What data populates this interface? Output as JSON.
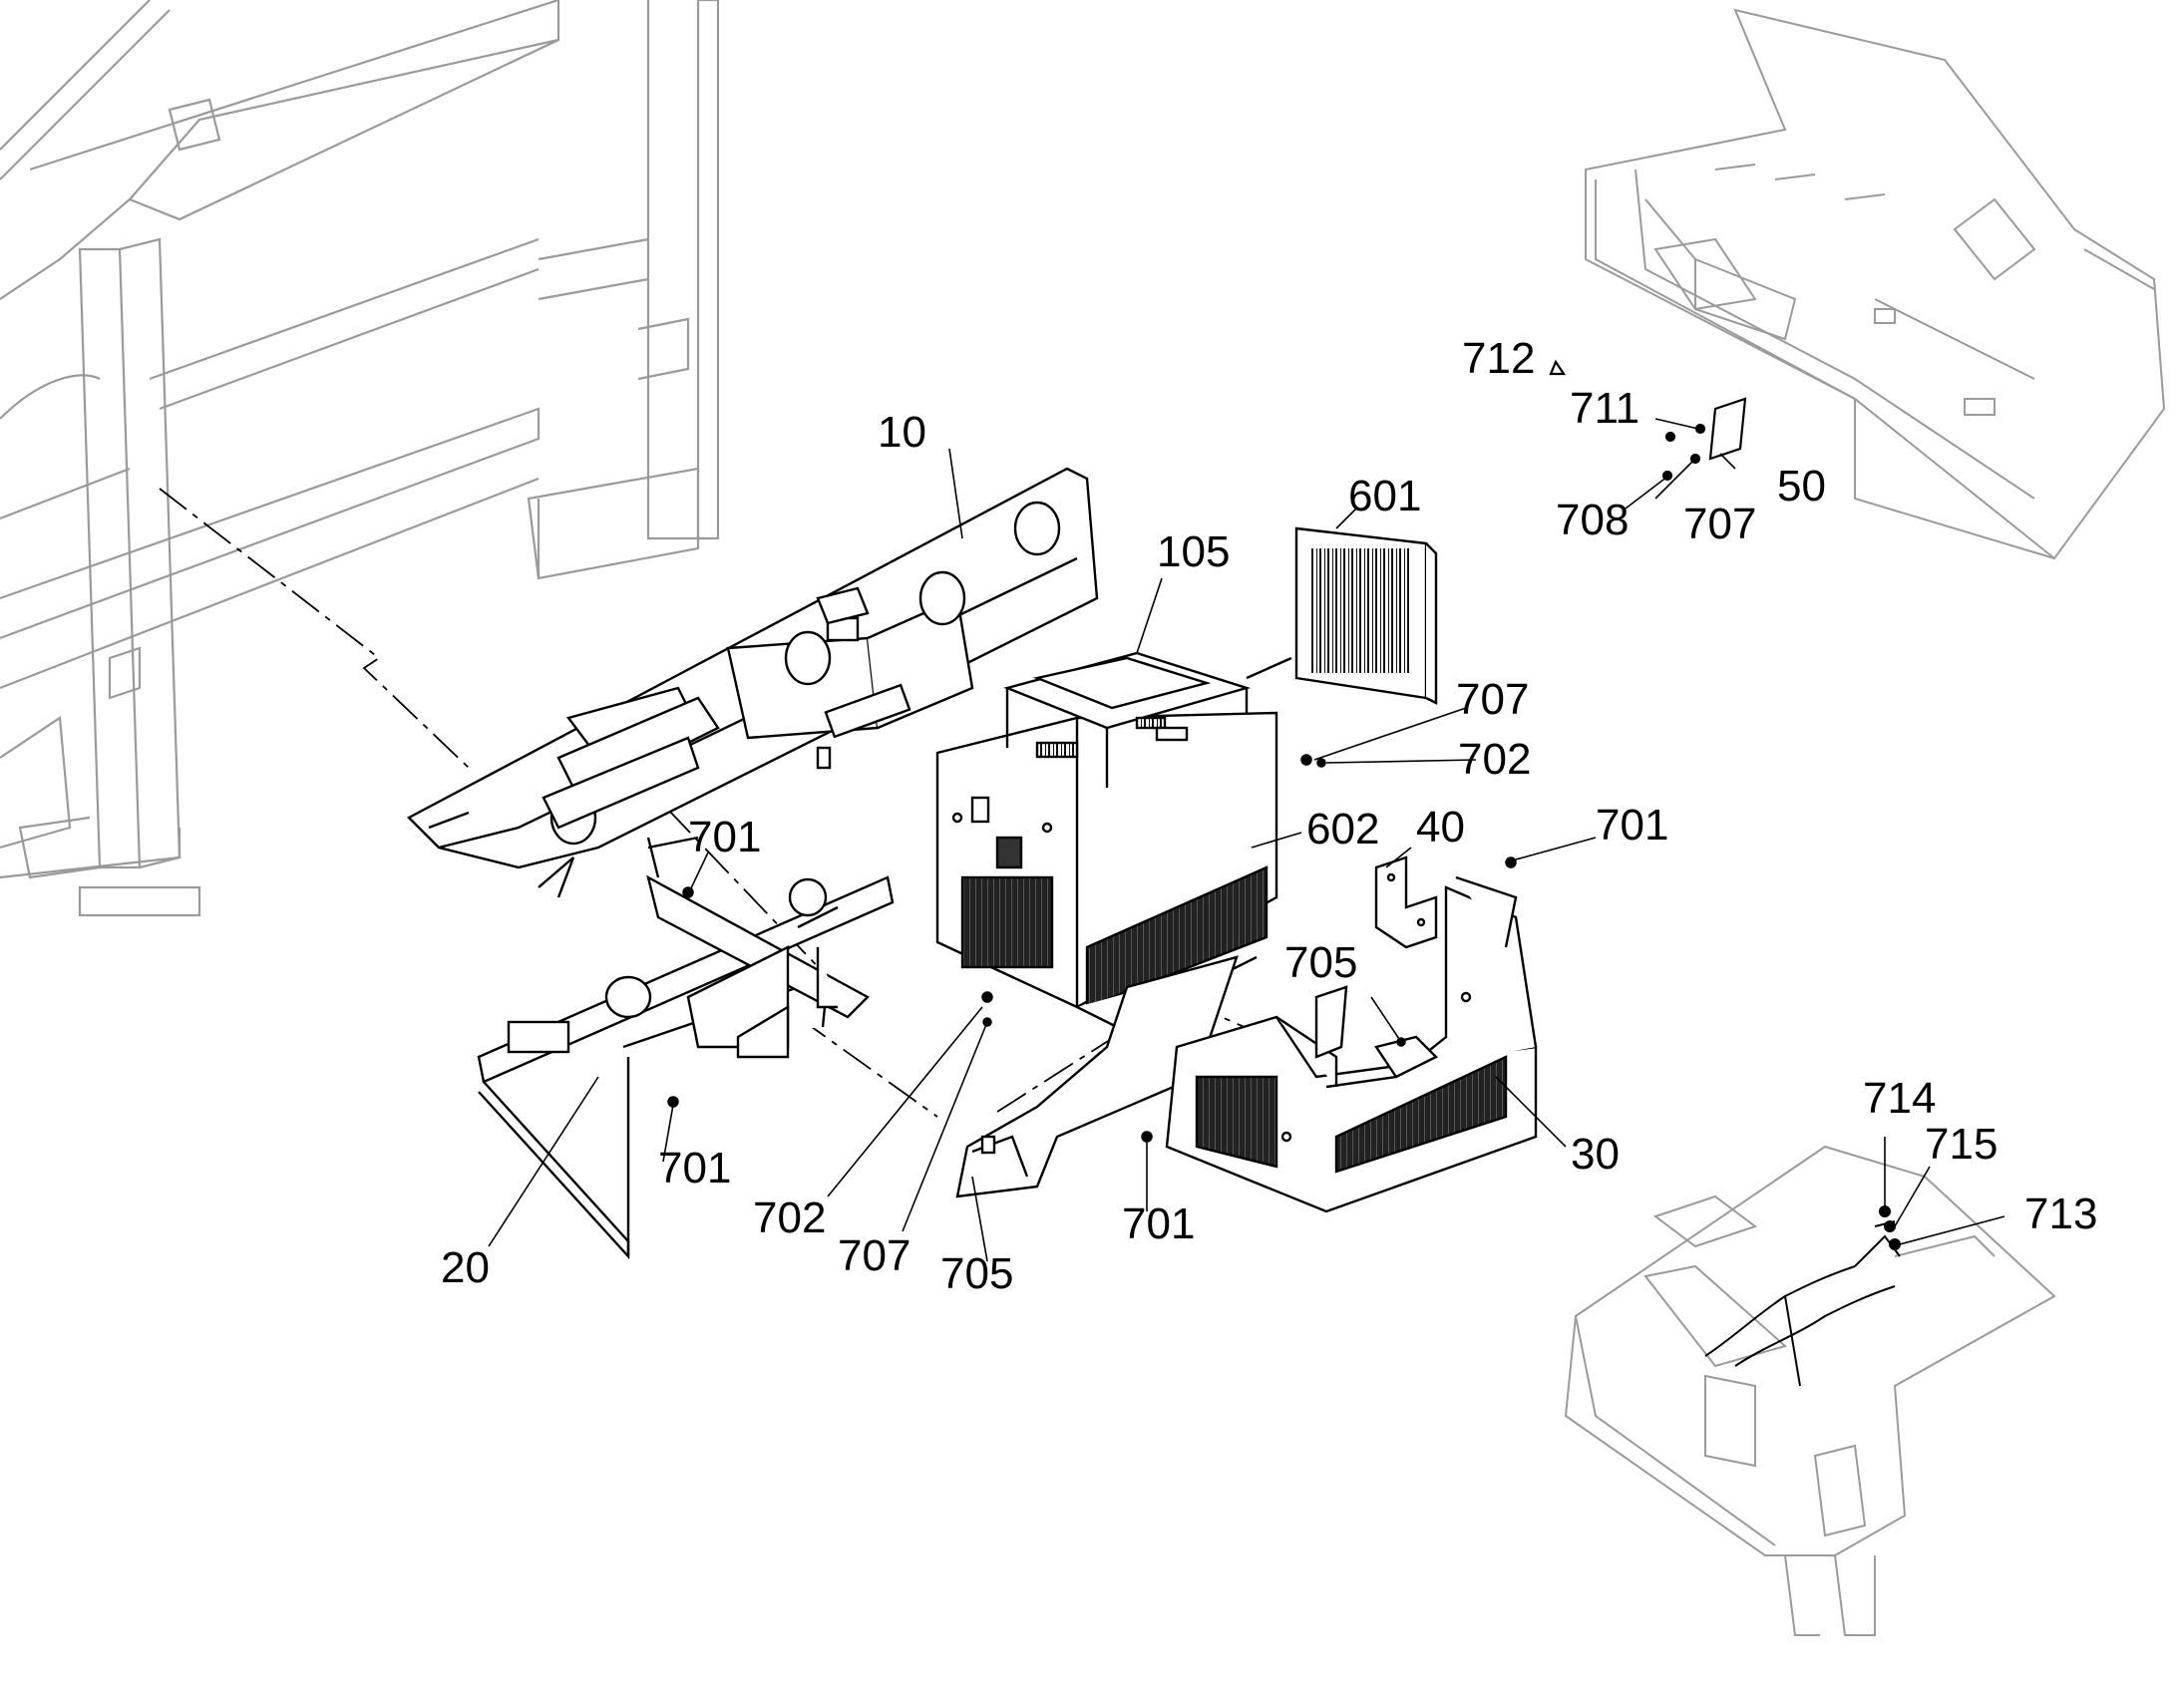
{
  "callouts": {
    "c10": "10",
    "c20": "20",
    "c30": "30",
    "c40": "40",
    "c50": "50",
    "c105": "105",
    "c601": "601",
    "c602": "602",
    "c701a": "701",
    "c701b": "701",
    "c701c": "701",
    "c701d": "701",
    "c702a": "702",
    "c702b": "702",
    "c705a": "705",
    "c705b": "705",
    "c707a": "707",
    "c707b": "707",
    "c707c": "707",
    "c708": "708",
    "c711": "711",
    "c712": "712",
    "c713": "713",
    "c714": "714",
    "c715": "715"
  },
  "colors": {
    "line": "#000000",
    "ghost": "#9a9a9a",
    "fill": "#ffffff",
    "hatch": "#1a1a1a"
  }
}
